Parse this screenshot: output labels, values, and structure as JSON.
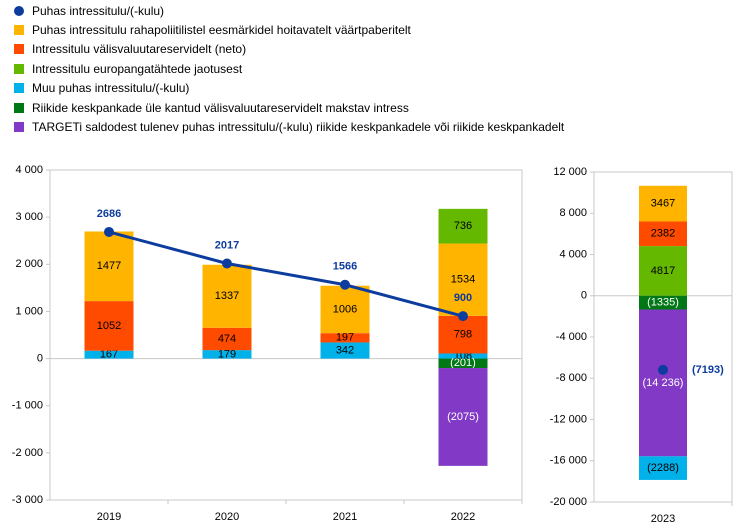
{
  "legend": [
    {
      "name": "Puhas intressitulu/(-kulu)",
      "color": "#0d3c9f",
      "shape": "circle"
    },
    {
      "name": "Puhas intressitulu rahapoliitilistel eesmärkidel hoitavatelt väärtpaberitelt",
      "color": "#ffb400",
      "shape": "square"
    },
    {
      "name": "Intressitulu välisvaluutareservidelt (neto)",
      "color": "#ff4b00",
      "shape": "square"
    },
    {
      "name": "Intressitulu europangatähtede jaotusest",
      "color": "#65b800",
      "shape": "square"
    },
    {
      "name": "Muu puhas intressitulu/(-kulu)",
      "color": "#00b1ea",
      "shape": "square"
    },
    {
      "name": "Riikide keskpankade üle kantud välisvaluutareservidelt makstav intress",
      "color": "#007816",
      "shape": "square"
    },
    {
      "name": "TARGETi saldodest tulenev puhas intressitulu/(-kulu) riikide keskpankadele või riikide keskpankadelt",
      "color": "#8139c6",
      "shape": "square"
    }
  ],
  "chart_data": [
    {
      "type": "bar",
      "stacked": true,
      "categories": [
        "2019",
        "2020",
        "2021",
        "2022"
      ],
      "ylim": [
        -3000,
        4000
      ],
      "yticks": [
        -3000,
        -2000,
        -1000,
        0,
        1000,
        2000,
        3000,
        4000
      ],
      "ytick_labels": [
        "-3 000",
        "-2 000",
        "-1 000",
        "0",
        "1 000",
        "2 000",
        "3 000",
        "4 000"
      ],
      "series": [
        {
          "name": "Muu puhas intressitulu/(-kulu)",
          "color": "#00b1ea",
          "values": [
            167,
            179,
            342,
            108
          ],
          "labels": [
            "167",
            "179",
            "342",
            "108"
          ]
        },
        {
          "name": "Intressitulu välisvaluutareservidelt (neto)",
          "color": "#ff4b00",
          "values": [
            1052,
            474,
            197,
            798
          ],
          "labels": [
            "1052",
            "474",
            "197",
            "798"
          ]
        },
        {
          "name": "Puhas intressitulu rahapoliitilistel eesmärkidel hoitavatelt väärtpaberitelt",
          "color": "#ffb400",
          "values": [
            1477,
            1337,
            1006,
            1534
          ],
          "labels": [
            "1477",
            "1337",
            "1006",
            "1534"
          ]
        },
        {
          "name": "Intressitulu europangatähtede jaotusest",
          "color": "#65b800",
          "values": [
            0,
            0,
            0,
            736
          ],
          "labels": [
            "",
            "",
            "",
            "736"
          ]
        },
        {
          "name": "Riikide keskpankade üle kantud välisvaluutareservidelt makstav intress",
          "color": "#007816",
          "values": [
            0,
            0,
            0,
            -201
          ],
          "labels": [
            "",
            "",
            "",
            "(201)"
          ]
        },
        {
          "name": "TARGETi saldodest tulenev puhas intressitulu/(-kulu) riikide keskpankadele või riikide keskpankadelt",
          "color": "#8139c6",
          "values": [
            0,
            0,
            0,
            -2075
          ],
          "labels": [
            "",
            "",
            "",
            "(2075)"
          ]
        }
      ],
      "line": {
        "name": "Puhas intressitulu/(-kulu)",
        "color": "#0d3c9f",
        "values": [
          2686,
          2017,
          1566,
          900
        ],
        "labels": [
          "2686",
          "2017",
          "1566",
          "900"
        ]
      }
    },
    {
      "type": "bar",
      "stacked": true,
      "categories": [
        "2023"
      ],
      "ylim": [
        -20000,
        12000
      ],
      "yticks": [
        -20000,
        -16000,
        -12000,
        -8000,
        -4000,
        0,
        4000,
        8000,
        12000
      ],
      "ytick_labels": [
        "-20 000",
        "-16 000",
        "-12 000",
        "-8 000",
        "-4 000",
        "0",
        "4 000",
        "8 000",
        "12 000"
      ],
      "series": [
        {
          "name": "Intressitulu europangatähtede jaotusest",
          "color": "#65b800",
          "values": [
            4817
          ],
          "labels": [
            "4817"
          ]
        },
        {
          "name": "Intressitulu välisvaluutareservidelt (neto)",
          "color": "#ff4b00",
          "values": [
            2382
          ],
          "labels": [
            "2382"
          ]
        },
        {
          "name": "Puhas intressitulu rahapoliitilistel eesmärkidel hoitavatelt väärtpaberitelt",
          "color": "#ffb400",
          "values": [
            3467
          ],
          "labels": [
            "3467"
          ]
        },
        {
          "name": "Riikide keskpankade üle kantud välisvaluutareservidelt makstav intress",
          "color": "#007816",
          "values": [
            -1335
          ],
          "labels": [
            "(1335)"
          ]
        },
        {
          "name": "TARGETi saldodest tulenev puhas intressitulu/(-kulu) riikide keskpankadele või riikide keskpankadelt",
          "color": "#8139c6",
          "values": [
            -14236
          ],
          "labels": [
            "(14 236)"
          ]
        },
        {
          "name": "Muu puhas intressitulu/(-kulu)",
          "color": "#00b1ea",
          "values": [
            -2288
          ],
          "labels": [
            "(2288)"
          ]
        }
      ],
      "line": {
        "name": "Puhas intressitulu/(-kulu)",
        "color": "#0d3c9f",
        "values": [
          -7193
        ],
        "labels": [
          "(7193)"
        ]
      }
    }
  ]
}
